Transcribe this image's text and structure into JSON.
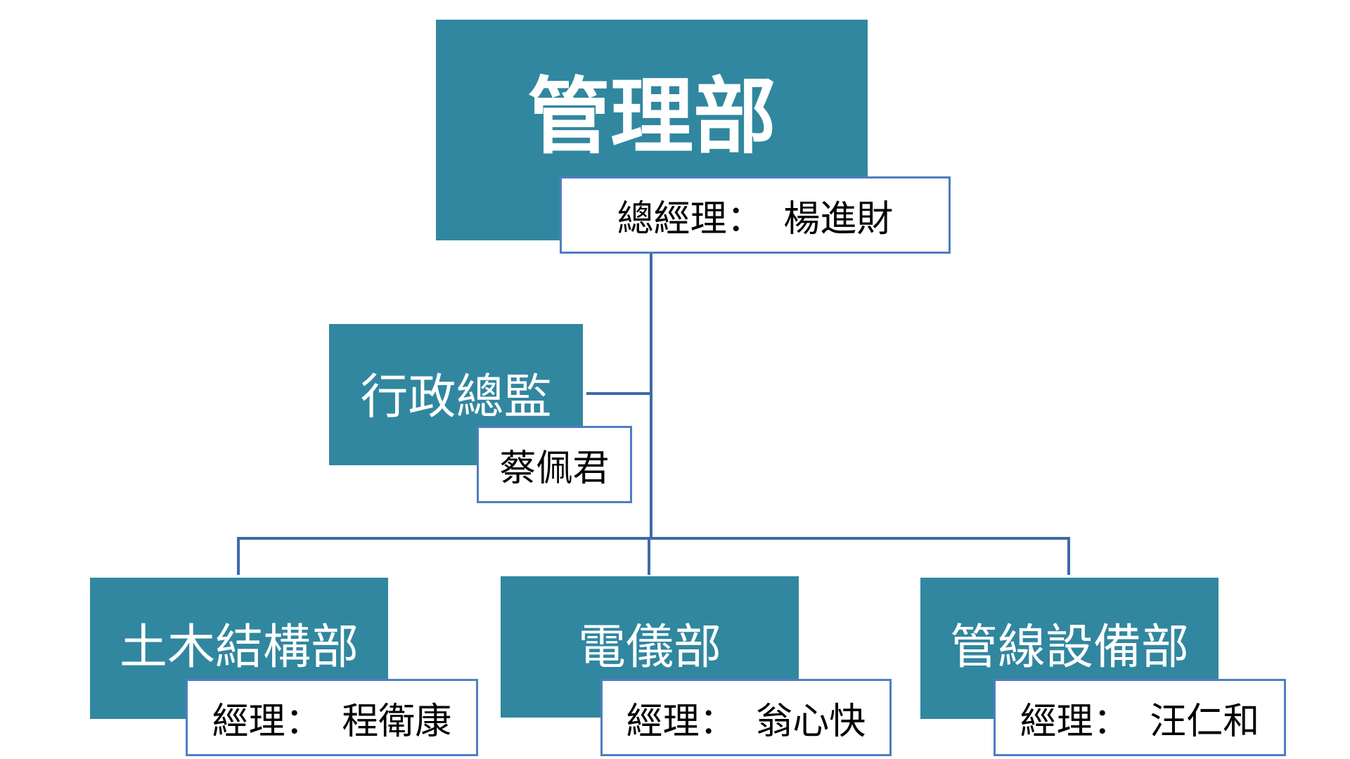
{
  "org_chart": {
    "top": {
      "title": "管理部",
      "role": "總經理",
      "separator": "：",
      "name": "楊進財"
    },
    "admin": {
      "title": "行政總監",
      "name": "蔡佩君"
    },
    "departments": [
      {
        "title": "土木結構部",
        "role": "經理",
        "separator": "：",
        "name": "程衛康"
      },
      {
        "title": "電儀部",
        "role": "經理",
        "separator": "：",
        "name": "翁心快"
      },
      {
        "title": "管線設備部",
        "role": "經理",
        "separator": "：",
        "name": "汪仁和"
      }
    ]
  },
  "colors": {
    "box_fill": "#31879f",
    "border": "#4f7ec0",
    "connector": "#3e6aa8",
    "text_light": "#ffffff",
    "text_dark": "#000000"
  }
}
